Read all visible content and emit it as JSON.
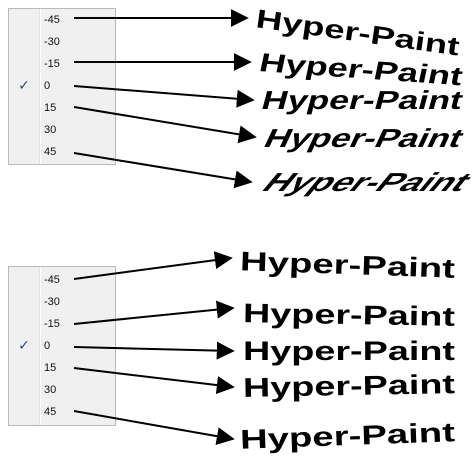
{
  "panels": [
    {
      "id": "italic",
      "menu": {
        "items": [
          {
            "label": "-45",
            "checked": false
          },
          {
            "label": "-30",
            "checked": false
          },
          {
            "label": "-15",
            "checked": false
          },
          {
            "label": "0",
            "checked": true
          },
          {
            "label": "15",
            "checked": false
          },
          {
            "label": "30",
            "checked": false
          },
          {
            "label": "45",
            "checked": false
          }
        ]
      },
      "samples": [
        "Hyper-Paint",
        "Hyper-Paint",
        "Hyper-Paint",
        "Hyper-Paint",
        "Hyper-Paint"
      ]
    },
    {
      "id": "rotation",
      "menu": {
        "items": [
          {
            "label": "-45",
            "checked": false
          },
          {
            "label": "-30",
            "checked": false
          },
          {
            "label": "-15",
            "checked": false
          },
          {
            "label": "0",
            "checked": true
          },
          {
            "label": "15",
            "checked": false
          },
          {
            "label": "30",
            "checked": false
          },
          {
            "label": "45",
            "checked": false
          }
        ]
      },
      "samples": [
        "Hyper-Paint",
        "Hyper-Paint",
        "Hyper-Paint",
        "Hyper-Paint",
        "Hyper-Paint"
      ]
    }
  ],
  "check_glyph": "✓"
}
